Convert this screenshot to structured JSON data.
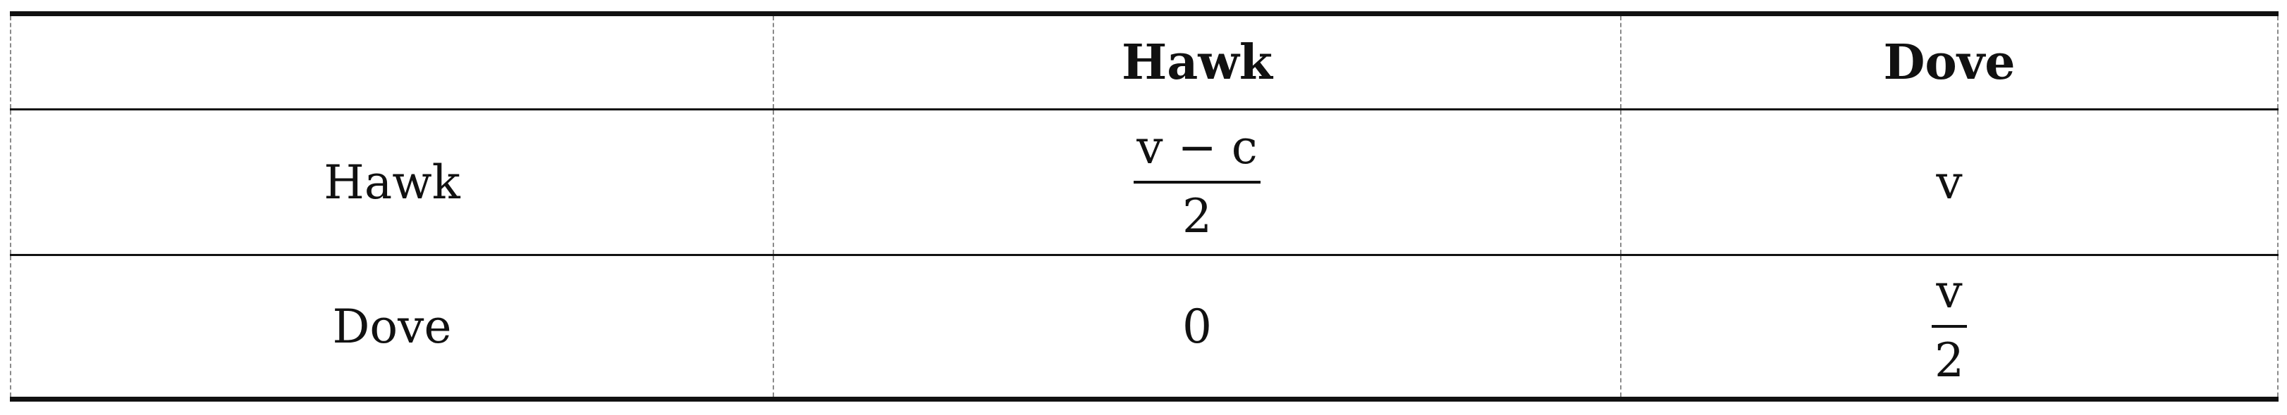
{
  "table": {
    "header": {
      "corner": "",
      "col_hawk": "Hawk",
      "col_dove": "Dove"
    },
    "rows": [
      {
        "label": "Hawk",
        "hawk": {
          "numerator": "v − c",
          "denominator": "2"
        },
        "dove": "v"
      },
      {
        "label": "Dove",
        "hawk": "0",
        "dove": {
          "numerator": "v",
          "denominator": "2"
        }
      }
    ]
  }
}
